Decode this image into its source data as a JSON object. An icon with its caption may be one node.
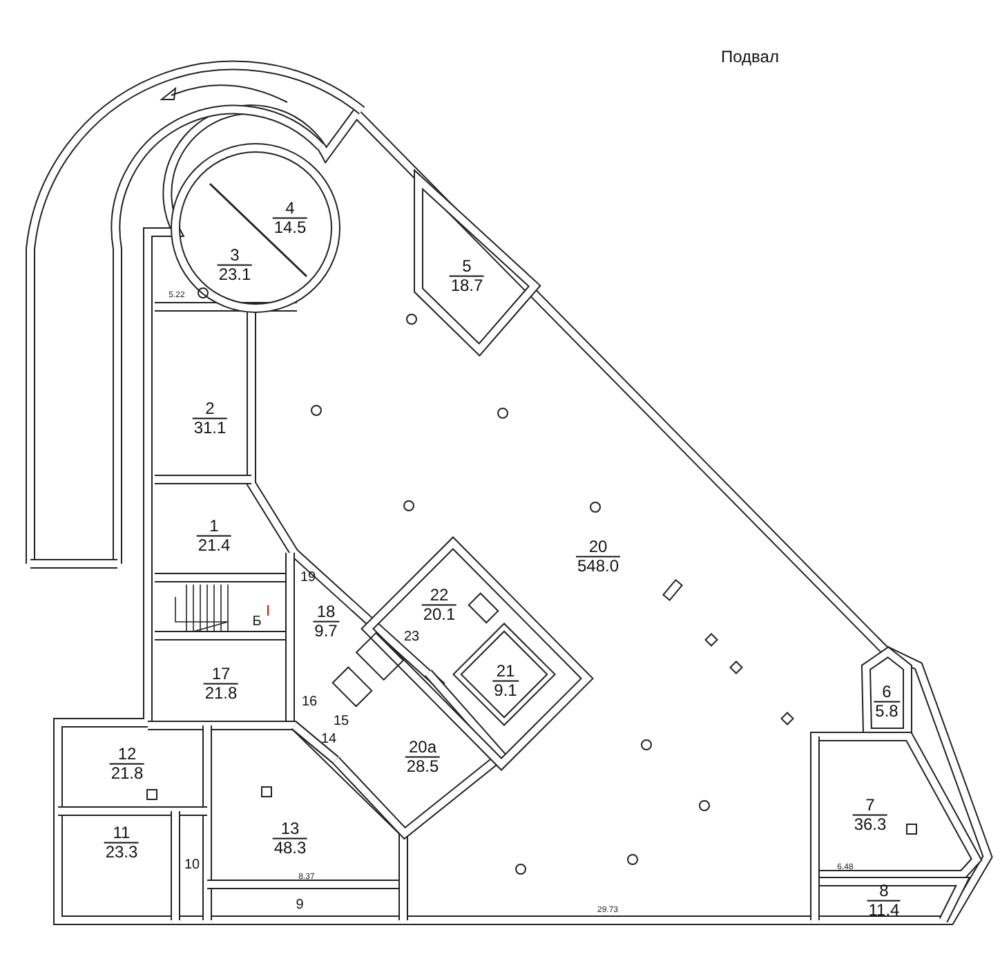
{
  "diagram": {
    "title": "Подвал",
    "nodes": [
      {
        "text": [
          "4",
          "14.5"
        ]
      },
      {
        "text": [
          "3",
          "23.1"
        ]
      },
      {
        "text": [
          "5",
          "18.7"
        ]
      },
      {
        "text": [
          "2",
          "31.1"
        ]
      },
      {
        "text": [
          "1",
          "21.4"
        ]
      },
      {
        "text": [
          "20",
          "548.0"
        ]
      },
      {
        "text": [
          "19"
        ]
      },
      {
        "text": [
          "22",
          "20.1"
        ]
      },
      {
        "text": [
          "Б"
        ]
      },
      {
        "text": [
          "18",
          "9.7"
        ]
      },
      {
        "text": [
          "23"
        ]
      },
      {
        "text": [
          "21",
          "9.1"
        ]
      },
      {
        "text": [
          "17",
          "21.8"
        ]
      },
      {
        "text": [
          "6",
          "5.8"
        ]
      },
      {
        "text": [
          "16"
        ]
      },
      {
        "text": [
          "15"
        ]
      },
      {
        "text": [
          "14"
        ]
      },
      {
        "text": [
          "20а",
          "28.5"
        ]
      },
      {
        "text": [
          "12",
          "21.8"
        ]
      },
      {
        "text": [
          "7",
          "36.3"
        ]
      },
      {
        "text": [
          "13",
          "48.3"
        ]
      },
      {
        "text": [
          "11",
          "23.3"
        ]
      },
      {
        "text": [
          "10"
        ]
      },
      {
        "text": [
          "9"
        ]
      },
      {
        "text": [
          "8",
          "11.4"
        ]
      }
    ],
    "labels": [
      "5.22",
      "I",
      "8.37",
      "6.48",
      "29.73"
    ]
  }
}
